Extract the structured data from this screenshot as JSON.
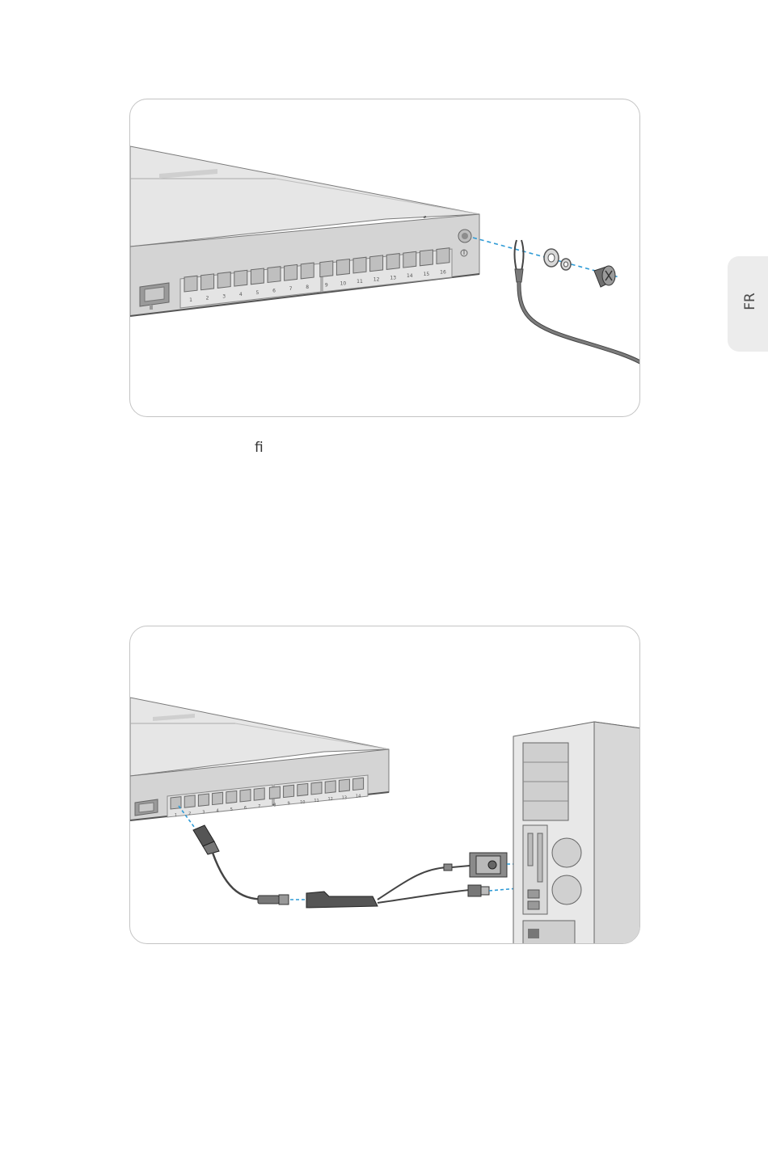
{
  "language_tab": "FR",
  "stray_text": "ﬁ",
  "ground_figure": {
    "port_numbers": [
      "1",
      "2",
      "3",
      "4",
      "5",
      "6",
      "7",
      "8",
      "9",
      "10",
      "11",
      "12",
      "13",
      "14",
      "15",
      "16"
    ]
  },
  "console_figure": {
    "port_numbers": [
      "1",
      "2",
      "3",
      "4",
      "5",
      "6",
      "7",
      "8",
      "9",
      "10",
      "11",
      "12",
      "13",
      "14"
    ]
  }
}
